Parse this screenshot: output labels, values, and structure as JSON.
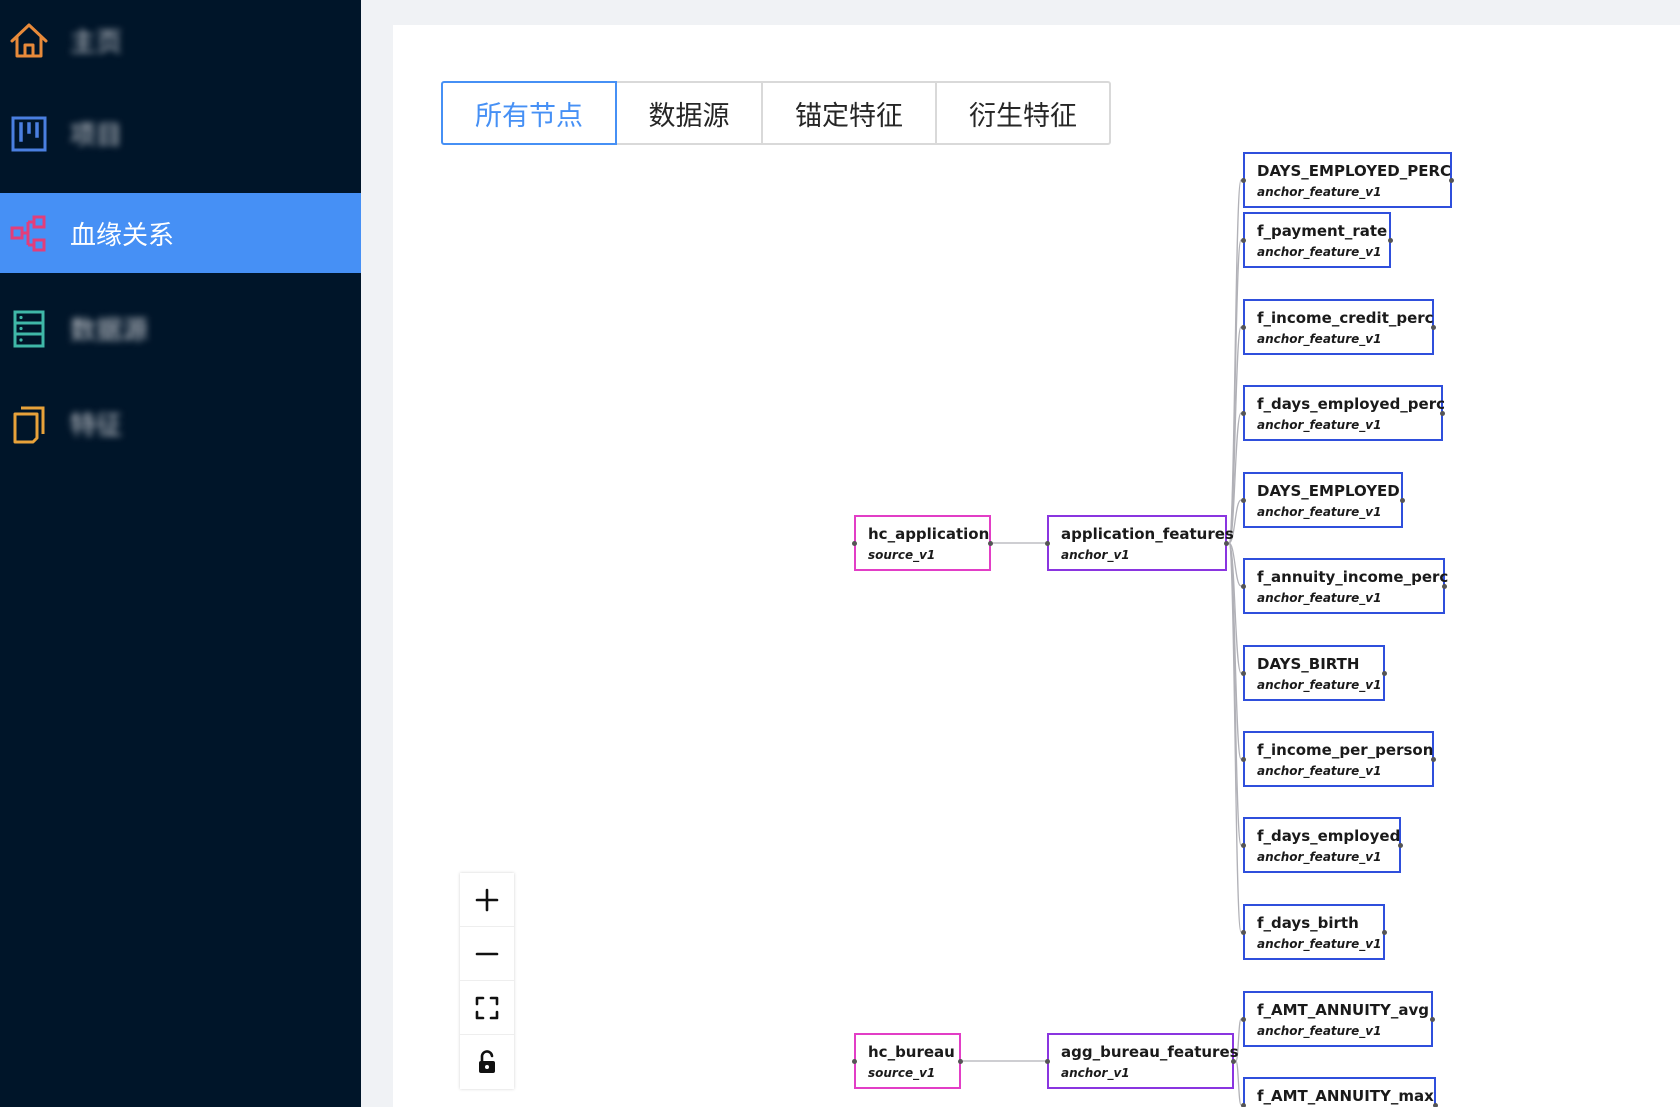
{
  "sidebar": {
    "items": [
      {
        "label": "主页",
        "icon": "home-icon",
        "color": "#e88a3a",
        "active": false,
        "blurred": true
      },
      {
        "label": "项目",
        "icon": "project-board-icon",
        "color": "#4a7fe0",
        "active": false,
        "blurred": true
      },
      {
        "label": "血缘关系",
        "icon": "lineage-icon",
        "color": "#e23e7a",
        "active": true,
        "blurred": false
      },
      {
        "label": "数据源",
        "icon": "database-icon",
        "color": "#3fb8a8",
        "active": false,
        "blurred": true
      },
      {
        "label": "特征",
        "icon": "feature-copy-icon",
        "color": "#e8a23a",
        "active": false,
        "blurred": true
      }
    ]
  },
  "tabs": [
    {
      "label": "所有节点",
      "active": true
    },
    {
      "label": "数据源",
      "active": false
    },
    {
      "label": "锚定特征",
      "active": false
    },
    {
      "label": "衍生特征",
      "active": false
    }
  ],
  "graph": {
    "nodes": [
      {
        "id": "hc_application",
        "title": "hc_application",
        "subtitle": "source_v1",
        "kind": "source"
      },
      {
        "id": "application_features",
        "title": "application_features",
        "subtitle": "anchor_v1",
        "kind": "anchor"
      },
      {
        "id": "days_employed_perc_top",
        "title": "DAYS_EMPLOYED_PERC",
        "subtitle": "anchor_feature_v1",
        "kind": "anchor_feature"
      },
      {
        "id": "f_payment_rate",
        "title": "f_payment_rate",
        "subtitle": "anchor_feature_v1",
        "kind": "anchor_feature"
      },
      {
        "id": "f_income_credit_perc",
        "title": "f_income_credit_perc",
        "subtitle": "anchor_feature_v1",
        "kind": "anchor_feature"
      },
      {
        "id": "f_days_employed_perc",
        "title": "f_days_employed_perc",
        "subtitle": "anchor_feature_v1",
        "kind": "anchor_feature"
      },
      {
        "id": "days_employed",
        "title": "DAYS_EMPLOYED",
        "subtitle": "anchor_feature_v1",
        "kind": "anchor_feature"
      },
      {
        "id": "f_annuity_income_perc",
        "title": "f_annuity_income_perc",
        "subtitle": "anchor_feature_v1",
        "kind": "anchor_feature"
      },
      {
        "id": "days_birth",
        "title": "DAYS_BIRTH",
        "subtitle": "anchor_feature_v1",
        "kind": "anchor_feature"
      },
      {
        "id": "f_income_per_person",
        "title": "f_income_per_person",
        "subtitle": "anchor_feature_v1",
        "kind": "anchor_feature"
      },
      {
        "id": "f_days_employed",
        "title": "f_days_employed",
        "subtitle": "anchor_feature_v1",
        "kind": "anchor_feature"
      },
      {
        "id": "f_days_birth",
        "title": "f_days_birth",
        "subtitle": "anchor_feature_v1",
        "kind": "anchor_feature"
      },
      {
        "id": "hc_bureau",
        "title": "hc_bureau",
        "subtitle": "source_v1",
        "kind": "source"
      },
      {
        "id": "agg_bureau_features",
        "title": "agg_bureau_features",
        "subtitle": "anchor_v1",
        "kind": "anchor"
      },
      {
        "id": "f_amt_annuity_avg",
        "title": "f_AMT_ANNUITY_avg",
        "subtitle": "anchor_feature_v1",
        "kind": "anchor_feature"
      },
      {
        "id": "f_amt_annuity_max",
        "title": "f_AMT_ANNUITY_max",
        "subtitle": "anchor_feature_v1",
        "kind": "anchor_feature"
      }
    ],
    "edges": [
      {
        "from": "hc_application",
        "to": "application_features"
      },
      {
        "from": "application_features",
        "to": "days_employed_perc_top"
      },
      {
        "from": "application_features",
        "to": "f_payment_rate"
      },
      {
        "from": "application_features",
        "to": "f_income_credit_perc"
      },
      {
        "from": "application_features",
        "to": "f_days_employed_perc"
      },
      {
        "from": "application_features",
        "to": "days_employed"
      },
      {
        "from": "application_features",
        "to": "f_annuity_income_perc"
      },
      {
        "from": "application_features",
        "to": "days_birth"
      },
      {
        "from": "application_features",
        "to": "f_income_per_person"
      },
      {
        "from": "application_features",
        "to": "f_days_employed"
      },
      {
        "from": "application_features",
        "to": "f_days_birth"
      },
      {
        "from": "hc_bureau",
        "to": "agg_bureau_features"
      },
      {
        "from": "agg_bureau_features",
        "to": "f_amt_annuity_avg"
      },
      {
        "from": "agg_bureau_features",
        "to": "f_amt_annuity_max"
      }
    ]
  },
  "controls": [
    {
      "name": "zoom-in-button",
      "icon": "plus-icon"
    },
    {
      "name": "zoom-out-button",
      "icon": "minus-icon"
    },
    {
      "name": "fit-view-button",
      "icon": "fit-view-icon"
    },
    {
      "name": "toggle-interactivity-button",
      "icon": "unlock-icon"
    }
  ]
}
